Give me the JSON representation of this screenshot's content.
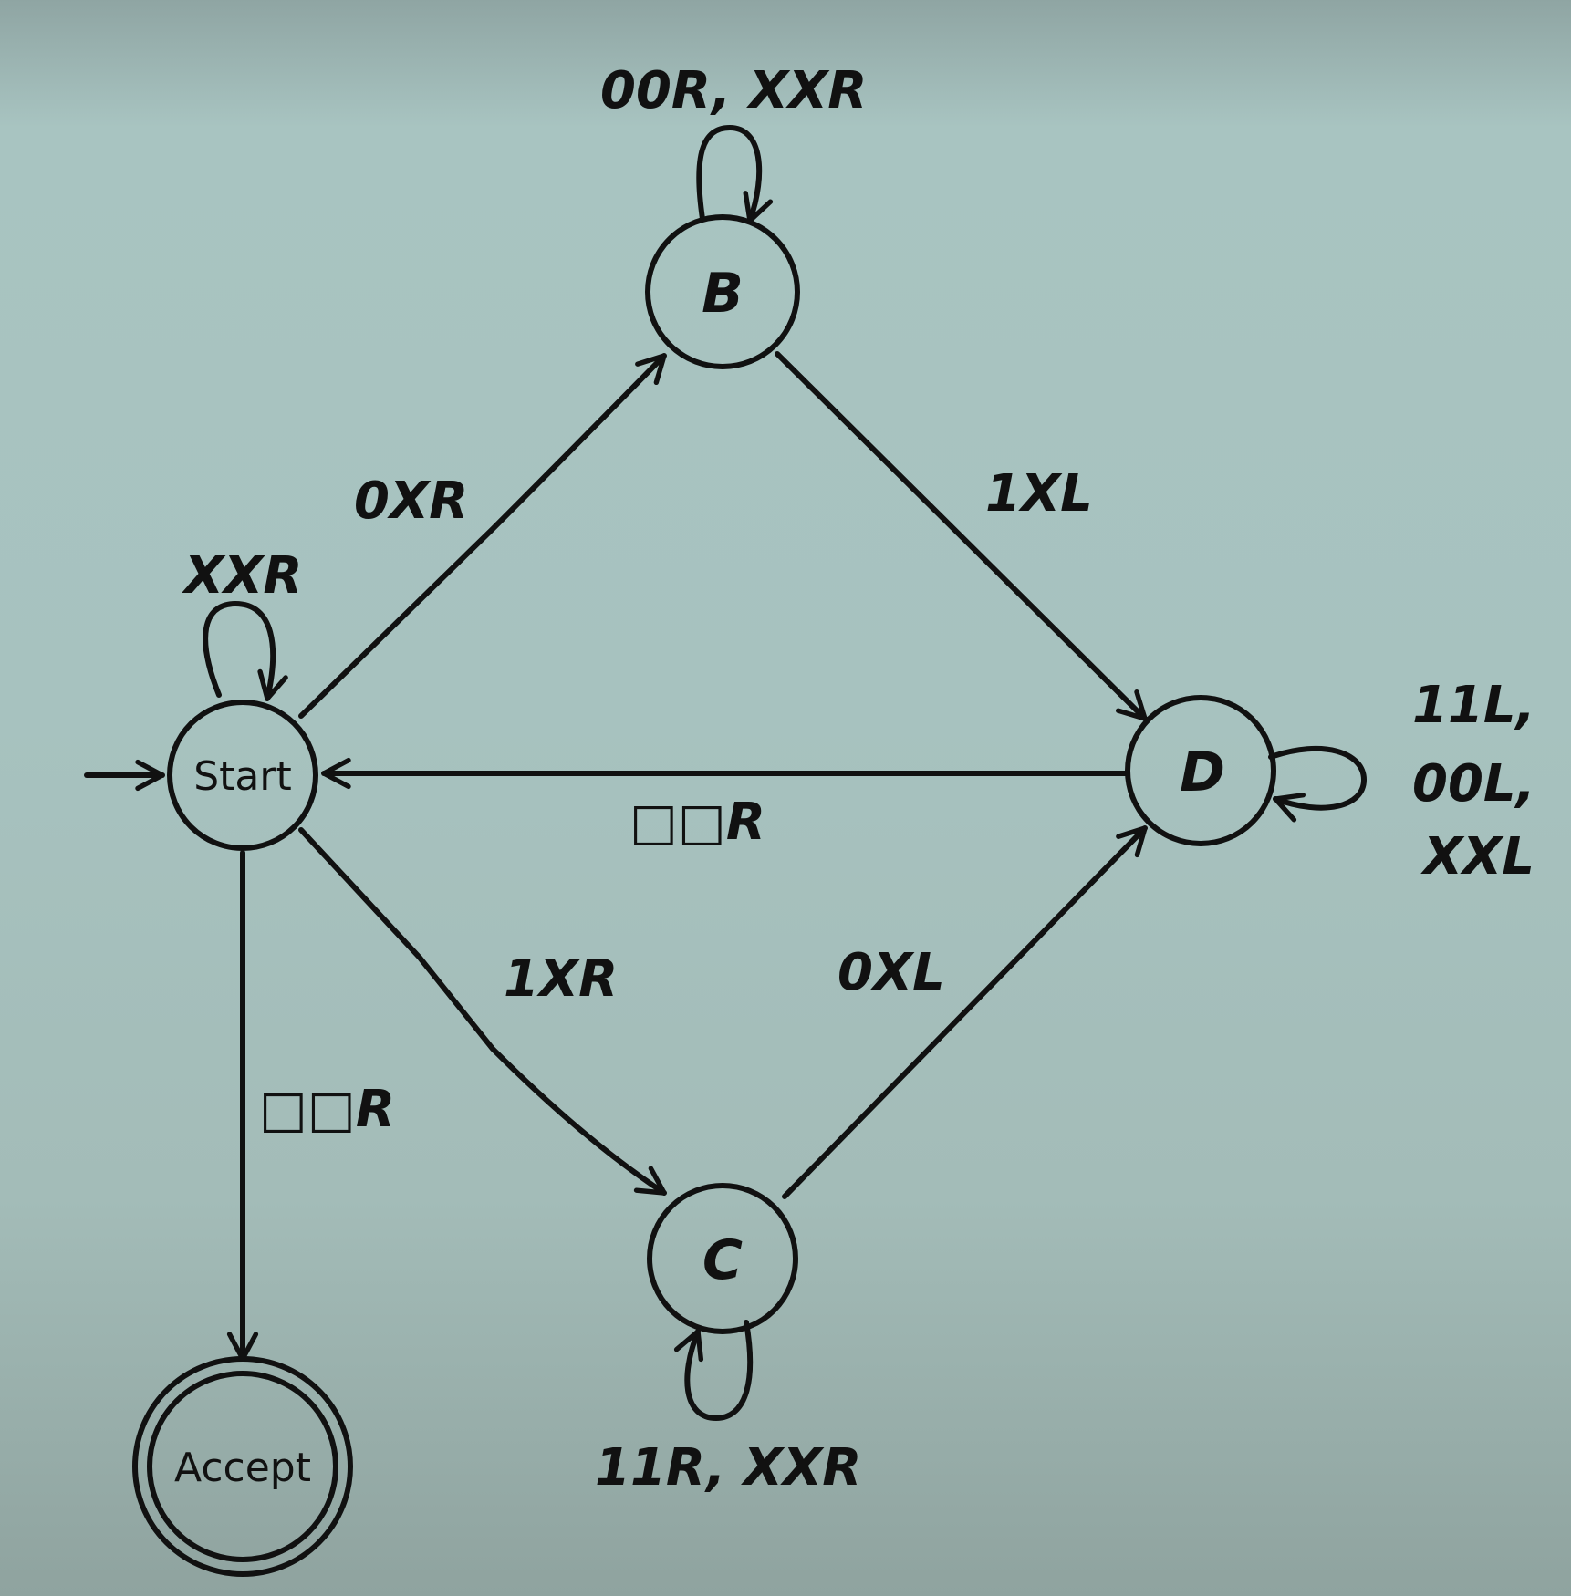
{
  "states": {
    "start": "Start",
    "b": "B",
    "c": "C",
    "d": "D",
    "accept": "Accept"
  },
  "transitions": {
    "start_loop": "XXR",
    "start_to_b": "0XR",
    "b_loop": "00R, XXR",
    "b_to_d": "1XL",
    "d_to_start": "□□R",
    "d_loop_line1": "11L,",
    "d_loop_line2": "00L,",
    "d_loop_line3": "XXL",
    "start_to_c": "1XR",
    "c_to_d": "0XL",
    "c_loop": "11R, XXR",
    "start_to_accept": "□□R"
  }
}
